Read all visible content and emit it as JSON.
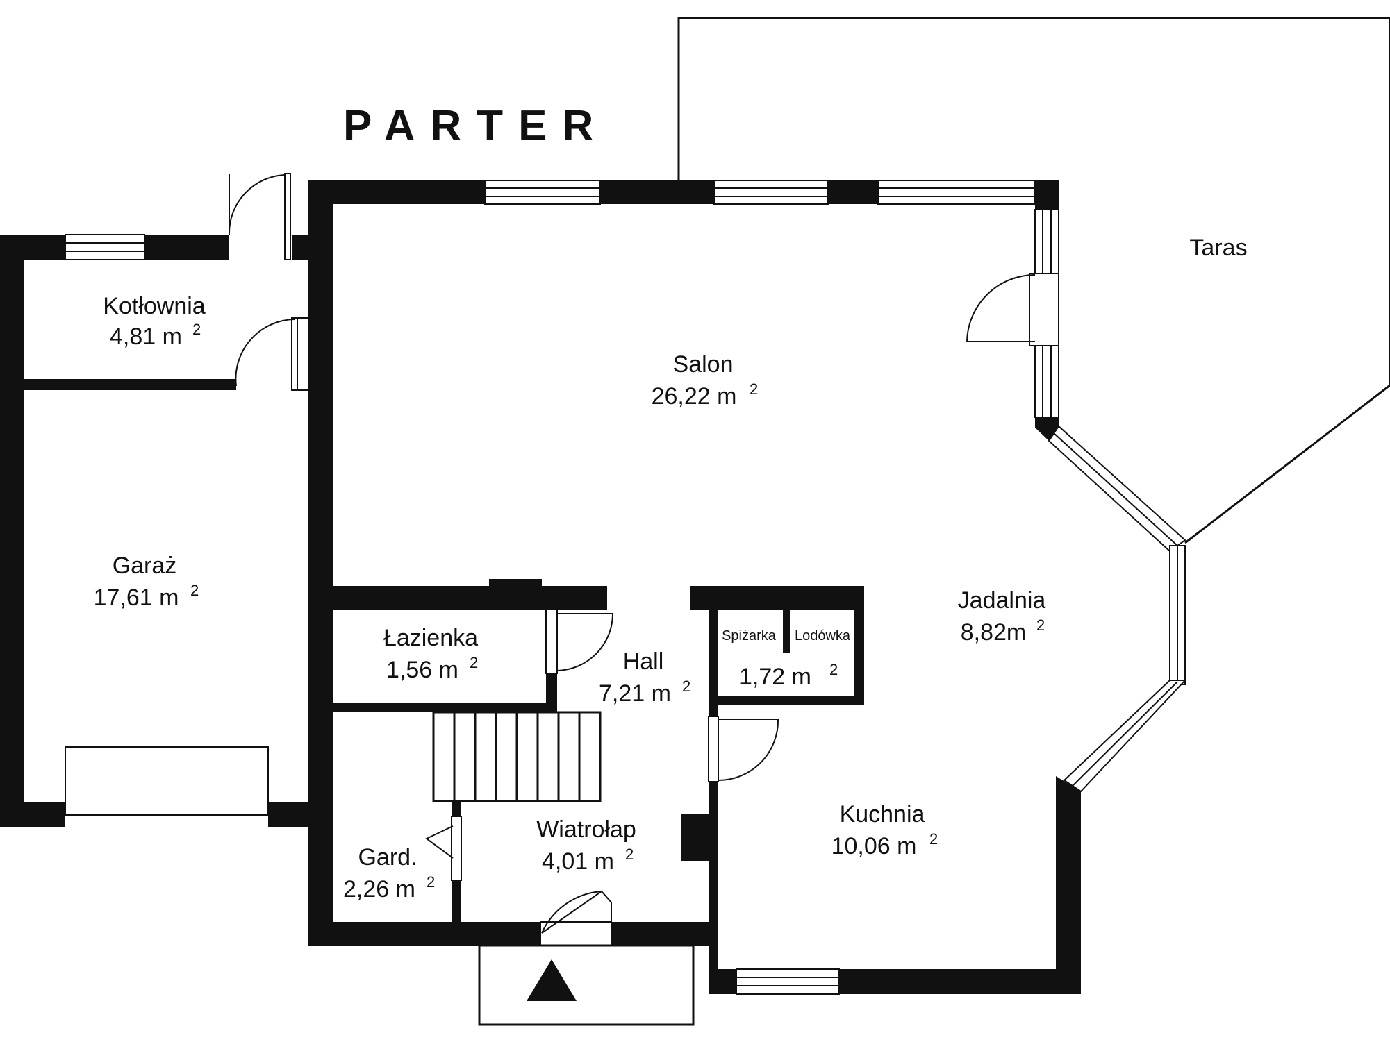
{
  "title": "PARTER",
  "rooms": {
    "kotlownia": {
      "name": "Kotłownia",
      "area": "4,81 m",
      "unit_sup": "2"
    },
    "garaz": {
      "name": "Garaż",
      "area": "17,61 m",
      "unit_sup": "2"
    },
    "salon": {
      "name": "Salon",
      "area": "26,22 m",
      "unit_sup": "2"
    },
    "taras": {
      "name": "Taras"
    },
    "jadalnia": {
      "name": "Jadalnia",
      "area": "8,82m",
      "unit_sup": "2"
    },
    "lazienka": {
      "name": "Łazienka",
      "area": "1,56 m",
      "unit_sup": "2"
    },
    "hall": {
      "name": "Hall",
      "area": "7,21 m",
      "unit_sup": "2"
    },
    "spizarka": {
      "name": "Spiżarka"
    },
    "lodowka": {
      "name": "Lodówka"
    },
    "spizarka_lodowka": {
      "area": "1,72 m",
      "unit_sup": "2"
    },
    "kuchnia": {
      "name": "Kuchnia",
      "area": "10,06 m",
      "unit_sup": "2"
    },
    "wiatrolap": {
      "name": "Wiatrołap",
      "area": "4,01 m",
      "unit_sup": "2"
    },
    "gard": {
      "name": "Gard.",
      "area": "2,26 m",
      "unit_sup": "2"
    }
  },
  "icons": {
    "entrance": "entrance-arrow-icon",
    "door": "door-swing-icon",
    "window": "window-icon",
    "stairs": "stairs-icon"
  },
  "colors": {
    "wall": "#111111",
    "background": "#ffffff"
  }
}
